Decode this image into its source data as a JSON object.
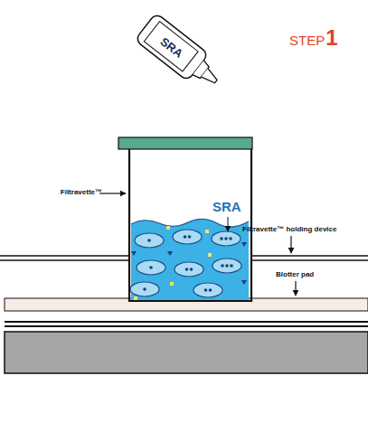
{
  "diagram": {
    "nodes": [
      {
        "text": [
          "SRA"
        ]
      },
      {
        "text": [
          "SRA"
        ]
      }
    ],
    "labels": [
      "STEP",
      "1",
      "Filtravette™",
      "Filtravette™ holding device",
      "Blotter pad"
    ]
  }
}
